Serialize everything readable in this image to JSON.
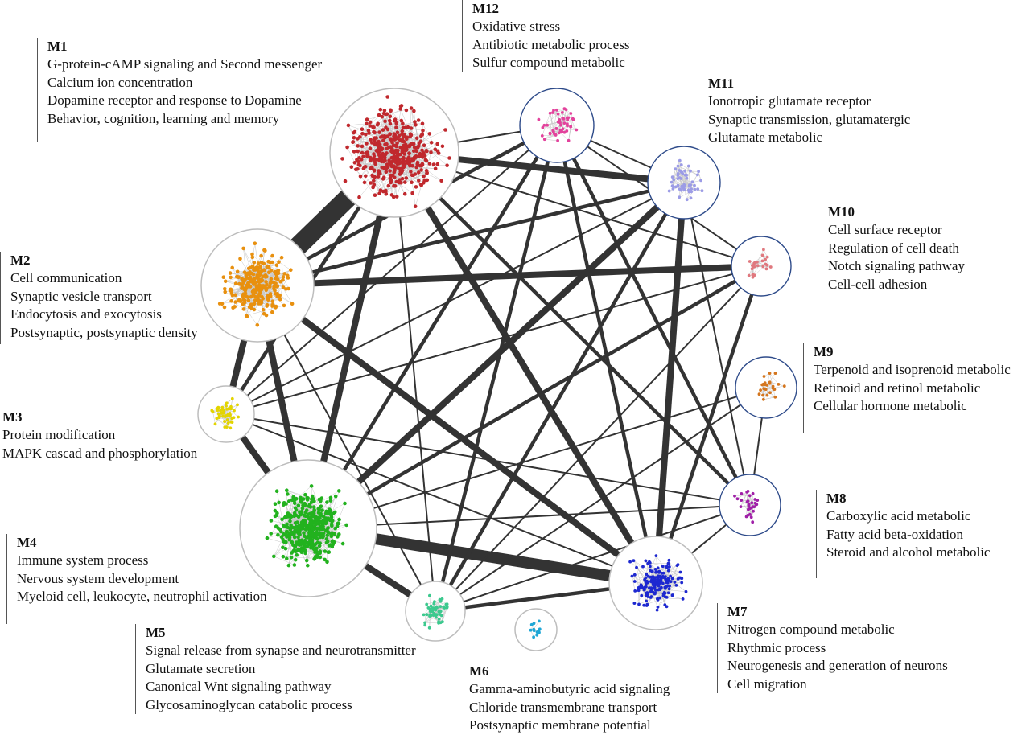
{
  "modules": [
    {
      "id": "M1",
      "color": "#c0282d",
      "ring": "#bdbdbd",
      "terms": [
        "G-protein-cAMP signaling and Second messenger",
        "Calcium ion concentration",
        "Dopamine receptor and response to Dopamine",
        "Behavior, cognition, learning and memory"
      ]
    },
    {
      "id": "M2",
      "color": "#e8900f",
      "ring": "#bdbdbd",
      "terms": [
        "Cell communication",
        "Synaptic vesicle transport",
        "Endocytosis and exocytosis",
        "Postsynaptic, postsynaptic density"
      ]
    },
    {
      "id": "M3",
      "color": "#e3d400",
      "ring": "#bdbdbd",
      "terms": [
        "Protein modification",
        "MAPK cascad and phosphorylation"
      ]
    },
    {
      "id": "M4",
      "color": "#22b21e",
      "ring": "#bdbdbd",
      "terms": [
        "Immune system process",
        "Nervous system development",
        "Myeloid cell, leukocyte, neutrophil activation"
      ]
    },
    {
      "id": "M5",
      "color": "#3cc98e",
      "ring": "#bdbdbd",
      "terms": [
        "Signal release from synapse and neurotransmitter",
        "Glutamate secretion",
        "Canonical Wnt signaling pathway",
        "Glycosaminoglycan catabolic process"
      ]
    },
    {
      "id": "M6",
      "color": "#1fa7d6",
      "ring": "#bdbdbd",
      "terms": [
        "Gamma-aminobutyric acid signaling",
        "Chloride transmembrane transport",
        "Postsynaptic membrane potential"
      ]
    },
    {
      "id": "M7",
      "color": "#1d28d0",
      "ring": "#bdbdbd",
      "terms": [
        "Nitrogen compound metabolic",
        "Rhythmic process",
        "Neurogenesis and generation of neurons",
        "Cell migration"
      ]
    },
    {
      "id": "M8",
      "color": "#a020a8",
      "ring": "#2e4b8a",
      "terms": [
        "Carboxylic acid metabolic",
        "Fatty acid beta-oxidation",
        "Steroid and alcohol metabolic"
      ]
    },
    {
      "id": "M9",
      "color": "#d4761e",
      "ring": "#2e4b8a",
      "terms": [
        "Terpenoid and isoprenoid metabolic",
        "Retinoid and retinol metabolic",
        "Cellular hormone metabolic"
      ]
    },
    {
      "id": "M10",
      "color": "#e0787e",
      "ring": "#2e4b8a",
      "terms": [
        "Cell surface receptor",
        "Regulation of cell death",
        "Notch signaling pathway",
        "Cell-cell adhesion"
      ]
    },
    {
      "id": "M11",
      "color": "#9c9ce6",
      "ring": "#2e4b8a",
      "terms": [
        "Ionotropic glutamate receptor",
        "Synaptic transmission, glutamatergic",
        "Glutamate metabolic"
      ]
    },
    {
      "id": "M12",
      "color": "#e3429c",
      "ring": "#2e4b8a",
      "terms": [
        "Oxidative stress",
        "Antibiotic metabolic process",
        "Sulfur compound metabolic"
      ]
    }
  ],
  "edges": [
    [
      "M1",
      "M2",
      5
    ],
    [
      "M1",
      "M12",
      1
    ],
    [
      "M1",
      "M4",
      3
    ],
    [
      "M1",
      "M5",
      1
    ],
    [
      "M1",
      "M7",
      3
    ],
    [
      "M2",
      "M3",
      3
    ],
    [
      "M2",
      "M4",
      3
    ],
    [
      "M2",
      "M7",
      3
    ],
    [
      "M2",
      "M10",
      3
    ],
    [
      "M2",
      "M11",
      2
    ],
    [
      "M2",
      "M12",
      2
    ],
    [
      "M2",
      "M5",
      1
    ],
    [
      "M3",
      "M4",
      3
    ],
    [
      "M3",
      "M11",
      1
    ],
    [
      "M3",
      "M12",
      1
    ],
    [
      "M3",
      "M8",
      1
    ],
    [
      "M3",
      "M7",
      1
    ],
    [
      "M3",
      "M10",
      1
    ],
    [
      "M3",
      "M1",
      2
    ],
    [
      "M4",
      "M5",
      3
    ],
    [
      "M4",
      "M7",
      4
    ],
    [
      "M4",
      "M11",
      3
    ],
    [
      "M4",
      "M12",
      2
    ],
    [
      "M4",
      "M10",
      2
    ],
    [
      "M4",
      "M9",
      1
    ],
    [
      "M4",
      "M8",
      1
    ],
    [
      "M5",
      "M7",
      2
    ],
    [
      "M5",
      "M11",
      2
    ],
    [
      "M5",
      "M12",
      2
    ],
    [
      "M5",
      "M10",
      1
    ],
    [
      "M5",
      "M9",
      1
    ],
    [
      "M5",
      "M8",
      1
    ],
    [
      "M7",
      "M11",
      3
    ],
    [
      "M7",
      "M10",
      2
    ],
    [
      "M7",
      "M12",
      2
    ],
    [
      "M7",
      "M8",
      1
    ],
    [
      "M7",
      "M1",
      2
    ],
    [
      "M1",
      "M11",
      3
    ],
    [
      "M1",
      "M10",
      1
    ],
    [
      "M11",
      "M12",
      1
    ],
    [
      "M11",
      "M8",
      1
    ],
    [
      "M8",
      "M9",
      1
    ],
    [
      "M8",
      "M1",
      2
    ],
    [
      "M8",
      "M12",
      2
    ],
    [
      "M10",
      "M12",
      1
    ]
  ]
}
